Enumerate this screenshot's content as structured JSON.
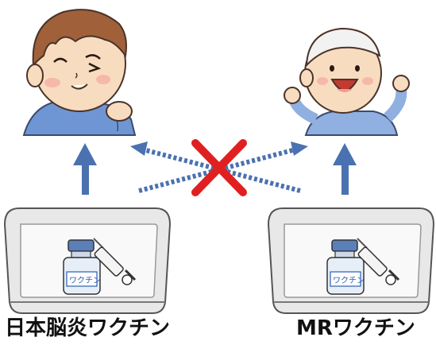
{
  "captions": {
    "left": "日本脳炎ワクチン",
    "right": "MRワクチン"
  },
  "vial_label": "ワクチン",
  "colors": {
    "arrow": "#4a72b0",
    "cross": "#e02020",
    "skin": "#f8dcc0",
    "hair_brown": "#a0603a",
    "shirt_blue": "#6f96d4",
    "tray_gray": "#d9d9d9"
  },
  "icons": [
    "boy-illustration",
    "baby-illustration",
    "vaccine-tray-icon",
    "syringe-icon",
    "vial-icon",
    "cross-mark-icon"
  ]
}
